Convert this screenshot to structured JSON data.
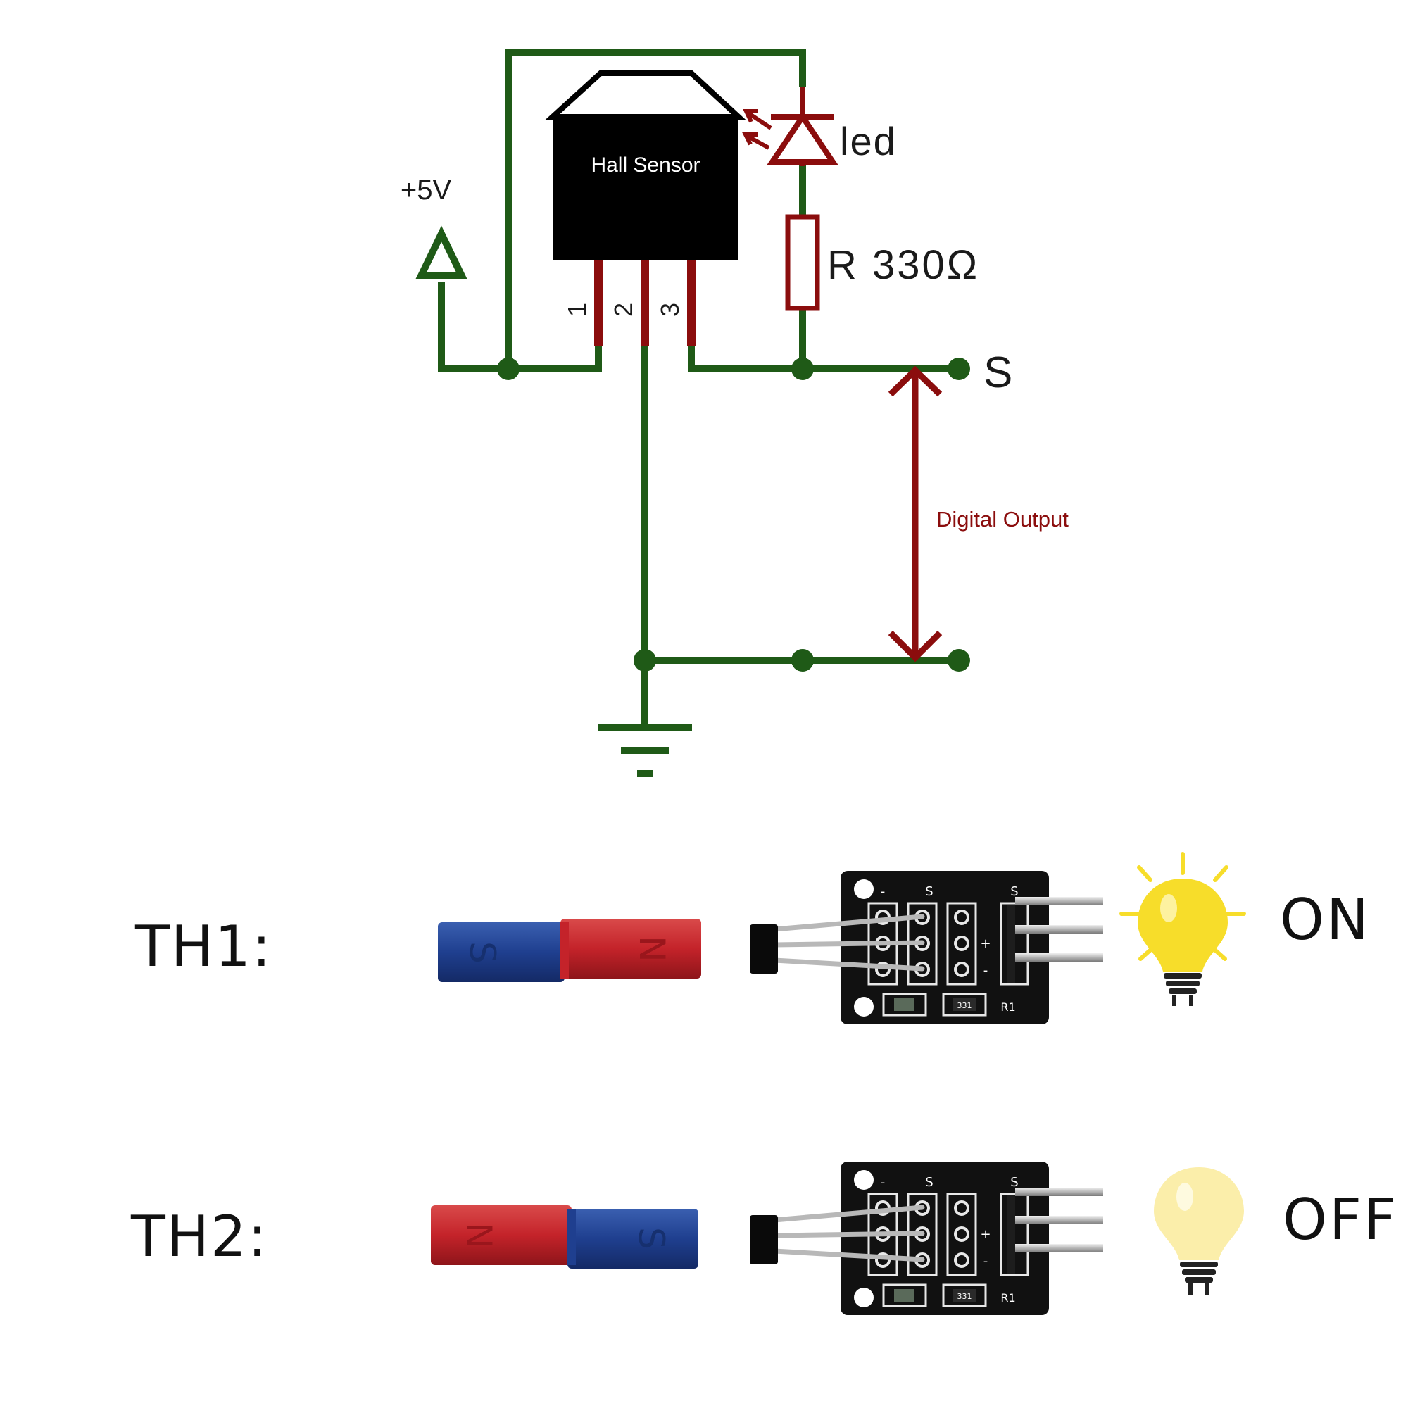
{
  "colors": {
    "wire": "#1f5a17",
    "component": "#8b0d0d",
    "body": "#000000",
    "magnet_red": "#c4232a",
    "magnet_blue": "#1f3f8f",
    "bulb_on": "#f7dd2a",
    "bulb_off": "#fbeeaa"
  },
  "schematic": {
    "supply_label": "+5V",
    "sensor_label": "Hall Sensor",
    "pin_labels": [
      "1",
      "2",
      "3"
    ],
    "led_label": "led",
    "resistor_label": "R 330Ω",
    "signal_label": "S",
    "output_label": "Digital Output"
  },
  "rows": [
    {
      "label": "TH1:",
      "magnet_left": "S",
      "magnet_right": "N",
      "state": "ON",
      "state_icon": "bulb-lit-icon"
    },
    {
      "label": "TH2:",
      "magnet_left": "N",
      "magnet_right": "S",
      "state": "OFF",
      "state_icon": "bulb-unlit-icon"
    }
  ],
  "module": {
    "header_labels": [
      "-",
      "S",
      "S"
    ],
    "pin_labels": [
      "+",
      "-"
    ],
    "resistor_code": "331",
    "ref_label": "R1"
  }
}
